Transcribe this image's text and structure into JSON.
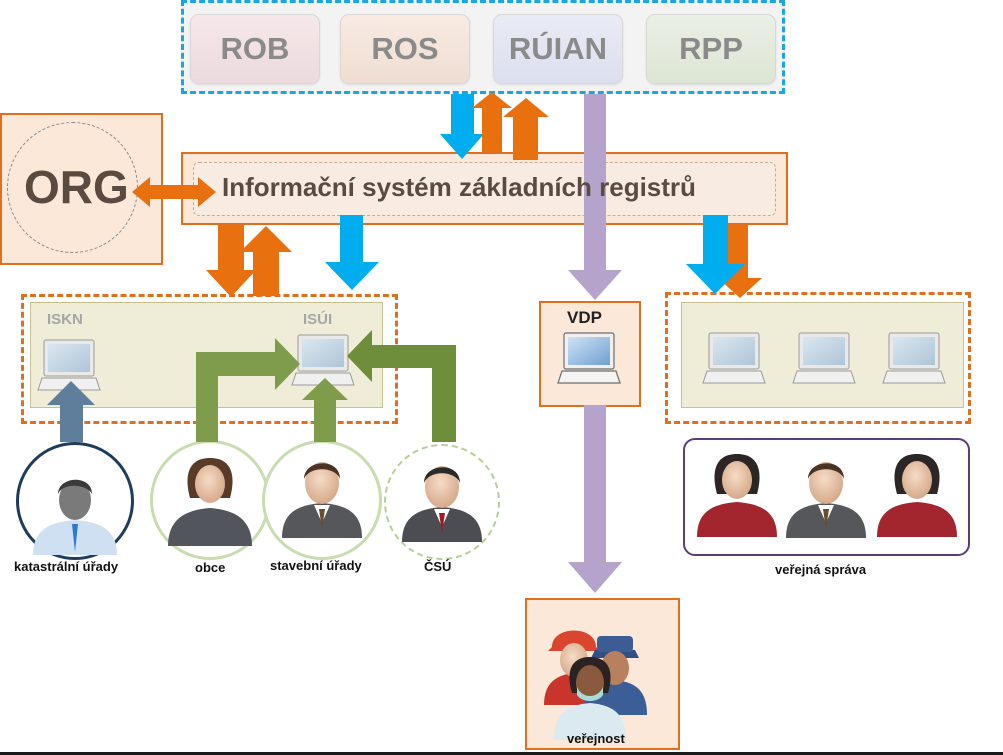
{
  "registers": {
    "rob": "ROB",
    "ros": "ROS",
    "ruian": "RÚIAN",
    "rpp": "RPP"
  },
  "org": {
    "label": "ORG"
  },
  "iszr": {
    "label": "Informační systém základních registrů"
  },
  "groups": {
    "iskn": "ISKN",
    "isui": "ISÚI",
    "vdp": "VDP"
  },
  "people": {
    "katastralni": "katastrální úřady",
    "obce": "obce",
    "stavebni": "stavební úřady",
    "csu": "ČSÚ",
    "verejna_sprava": "veřejná správa",
    "verejnost": "veřejnost"
  },
  "colors": {
    "orange": "#e8700f",
    "blue": "#00aeef",
    "lavender": "#b6a3cc",
    "green": "#7f9c4c",
    "steel": "#5f7e9b",
    "dashed_blue": "#19a6e6"
  }
}
